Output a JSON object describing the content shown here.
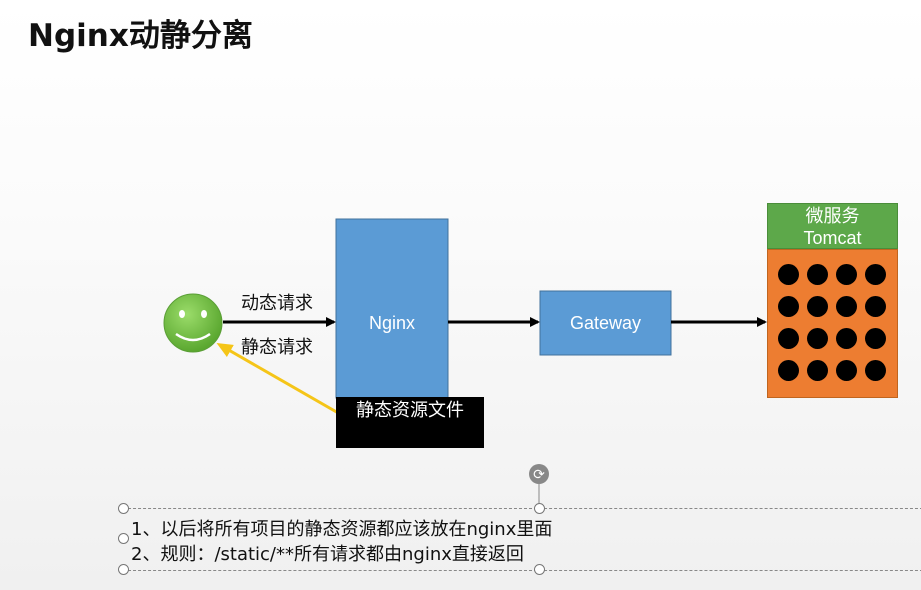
{
  "slide": {
    "title": "Nginx动静分离"
  },
  "diagram": {
    "dynamic_request_label": "动态请求",
    "static_request_label": "静态请求",
    "nginx_label": "Nginx",
    "static_files_label": "静态资源文件",
    "gateway_label": "Gateway",
    "microservice_label": "微服务",
    "tomcat_label": "Tomcat",
    "colors": {
      "nginx_box": "#5b9bd5",
      "gateway_box": "#5b9bd5",
      "tomcat_header": "#5da84a",
      "tomcat_body": "#ed7d31",
      "smiley": "#6abf3e",
      "return_arrow": "#f5c518"
    },
    "icons": [
      "smiley-face-icon",
      "rotate-handle-icon"
    ]
  },
  "notes": {
    "line1": "1、以后将所有项目的静态资源都应该放在nginx里面",
    "line2": "2、规则：/static/**所有请求都由nginx直接返回"
  }
}
